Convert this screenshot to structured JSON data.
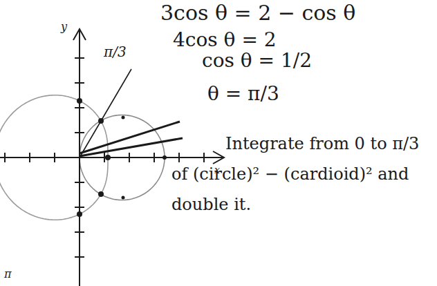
{
  "diagram": {
    "labels": [
      "3cos θ = 2 − cos θ",
      "4cos θ = 2",
      "cos θ = 1/2",
      "θ = π/3",
      "Integrate from 0 to π/3 of (circle)² − (cardioid)² and double it.",
      "π/3",
      "y",
      "x",
      "π"
    ]
  }
}
